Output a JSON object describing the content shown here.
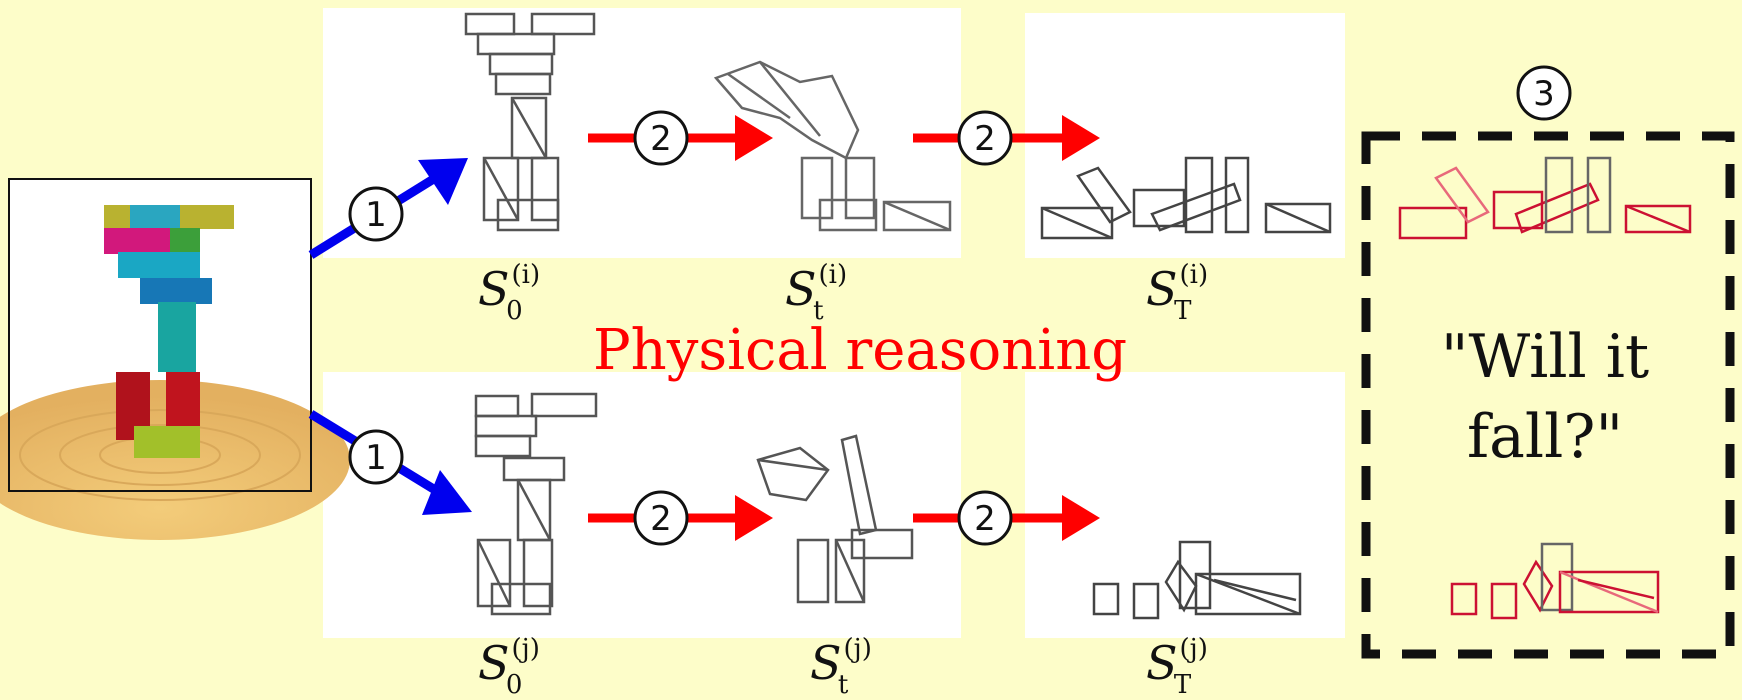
{
  "title": "Physical reasoning",
  "question_line1": "\"Will it",
  "question_line2": "fall?\"",
  "step_labels": {
    "step1": "1",
    "step2": "2",
    "step3": "3"
  },
  "state_labels": {
    "top": {
      "S0": "S",
      "S0_sup": "(i)",
      "S0_sub": "0",
      "St": "S",
      "St_sup": "(i)",
      "St_sub": "t",
      "ST": "S",
      "ST_sup": "(i)",
      "ST_sub": "T"
    },
    "bottom": {
      "S0": "S",
      "S0_sup": "(j)",
      "S0_sub": "0",
      "St": "S",
      "St_sup": "(j)",
      "St_sub": "t",
      "ST": "S",
      "ST_sup": "(j)",
      "ST_sub": "T"
    }
  },
  "colors": {
    "background": "#fdfdc9",
    "arrow_step1": "#0000ee",
    "arrow_step2": "#ff0000",
    "title": "#ff0000",
    "outcome_red": "#cc1133"
  }
}
